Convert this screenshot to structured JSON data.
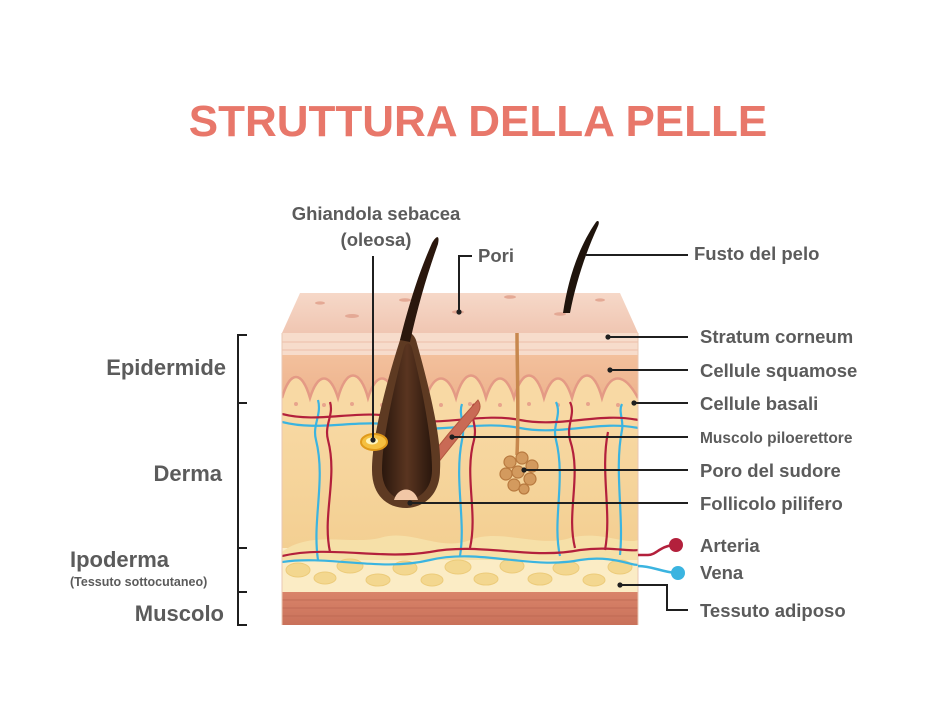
{
  "title": "STRUTTURA DELLA PELLE",
  "colors": {
    "title": "#e8776a",
    "label": "#5b5b5b",
    "arteria": "#b3203c",
    "vena": "#3bb4e0",
    "hair": "#3a2417"
  },
  "left_labels": {
    "epidermide": "Epidermide",
    "derma": "Derma",
    "ipoderma": "Ipoderma",
    "ipoderma_sub": "(Tessuto sottocutaneo)",
    "muscolo": "Muscolo"
  },
  "top_labels": {
    "ghiandola_line1": "Ghiandola sebacea",
    "ghiandola_line2": "(oleosa)",
    "pori": "Pori"
  },
  "right_labels": {
    "fusto": "Fusto del pelo",
    "stratum": "Stratum corneum",
    "squamose": "Cellule squamose",
    "basali": "Cellule basali",
    "muscolo_pilo": "Muscolo piloerettore",
    "poro_sudore": "Poro del sudore",
    "follicolo": "Follicolo pilifero",
    "arteria": "Arteria",
    "vena": "Vena",
    "adiposo": "Tessuto adiposo"
  }
}
